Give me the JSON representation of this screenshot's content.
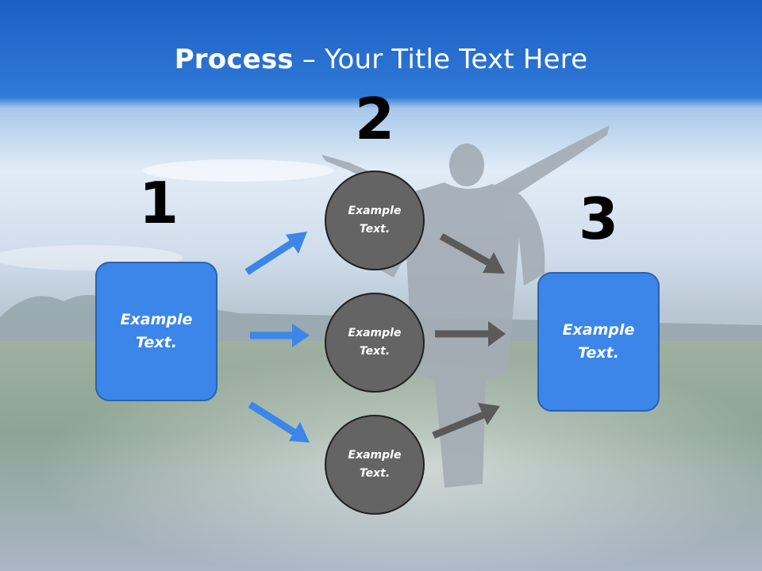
{
  "slide": {
    "title_bold": "Process",
    "title_rest": " – Your Title Text Here",
    "numbers": [
      "1",
      "2",
      "3"
    ],
    "left_box": "Example Text.",
    "circles": [
      "Example Text.",
      "Example Text.",
      "Example Text."
    ],
    "right_box": "Example Text."
  },
  "colors": {
    "header_blue": "#1f66cc",
    "box_fill": "#3b86e8",
    "circle_fill": "#646464",
    "blue_arrow": "#3b86e8",
    "gray_arrow": "#5a5a5a"
  }
}
